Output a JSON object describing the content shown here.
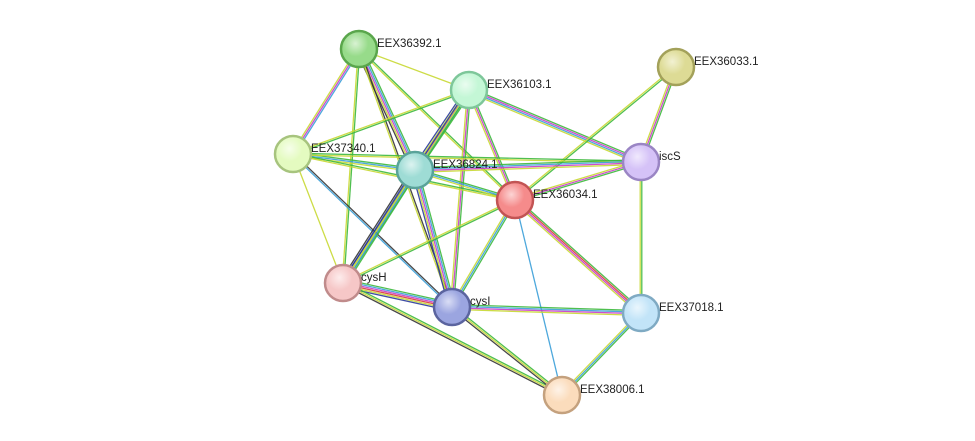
{
  "nodes": [
    {
      "id": "n1",
      "label": "EEX36392.1",
      "color": "#97db8a",
      "stroke": "#5aa64c",
      "highlight": "#d8f2d2"
    },
    {
      "id": "n2",
      "label": "EEX36103.1",
      "color": "#c4f7d6",
      "stroke": "#7ec79a",
      "highlight": "#eafcf0"
    },
    {
      "id": "n3",
      "label": "EEX36033.1",
      "color": "#dddb95",
      "stroke": "#a3a15a",
      "highlight": "#f2f1d2"
    },
    {
      "id": "n4",
      "label": "EEX37340.1",
      "color": "#e4fbc0",
      "stroke": "#a7c47e",
      "highlight": "#f6feea"
    },
    {
      "id": "n5",
      "label": "EEX36824.1",
      "color": "#9edcd5",
      "stroke": "#5aa39a",
      "highlight": "#dcf3f0"
    },
    {
      "id": "n6",
      "label": "iscS",
      "color": "#d5c2f7",
      "stroke": "#9a85c4",
      "highlight": "#f0e9fd"
    },
    {
      "id": "n7",
      "label": "EEX36034.1",
      "color": "#f58b8b",
      "stroke": "#c25454",
      "highlight": "#fcd4d4"
    },
    {
      "id": "n8",
      "label": "cysH",
      "color": "#f6c7c7",
      "stroke": "#c08b8b",
      "highlight": "#fdecec"
    },
    {
      "id": "n9",
      "label": "cysI",
      "color": "#9ba5e0",
      "stroke": "#5b649f",
      "highlight": "#d9ddf5"
    },
    {
      "id": "n10",
      "label": "EEX37018.1",
      "color": "#c2e4f8",
      "stroke": "#7faac3",
      "highlight": "#eaf6fd"
    },
    {
      "id": "n11",
      "label": "EEX38006.1",
      "color": "#fbdcbc",
      "stroke": "#c4a17e",
      "highlight": "#fef3e8"
    }
  ],
  "edge_colors": {
    "green": "#3cb83c",
    "blue": "#3a9fd8",
    "magenta": "#c83cc8",
    "yellow": "#c8d832",
    "black": "#333333",
    "red": "#d83c3c",
    "navy": "#2a3a9a",
    "lightgreen": "#a8e060"
  },
  "edges": [
    {
      "from": "n1",
      "to": "n2",
      "colors": [
        "yellow"
      ]
    },
    {
      "from": "n1",
      "to": "n4",
      "colors": [
        "blue",
        "magenta",
        "yellow"
      ]
    },
    {
      "from": "n1",
      "to": "n5",
      "colors": [
        "green",
        "blue",
        "magenta",
        "yellow",
        "black"
      ]
    },
    {
      "from": "n1",
      "to": "n7",
      "colors": [
        "green",
        "yellow"
      ]
    },
    {
      "from": "n1",
      "to": "n8",
      "colors": [
        "green",
        "yellow"
      ]
    },
    {
      "from": "n1",
      "to": "n9",
      "colors": [
        "black",
        "yellow"
      ]
    },
    {
      "from": "n2",
      "to": "n4",
      "colors": [
        "green",
        "yellow"
      ]
    },
    {
      "from": "n2",
      "to": "n5",
      "colors": [
        "green",
        "blue",
        "magenta",
        "yellow",
        "navy"
      ]
    },
    {
      "from": "n2",
      "to": "n6",
      "colors": [
        "green",
        "magenta",
        "blue",
        "yellow"
      ]
    },
    {
      "from": "n2",
      "to": "n7",
      "colors": [
        "green",
        "magenta",
        "yellow"
      ]
    },
    {
      "from": "n2",
      "to": "n8",
      "colors": [
        "green",
        "yellow",
        "navy"
      ]
    },
    {
      "from": "n2",
      "to": "n9",
      "colors": [
        "green",
        "magenta",
        "yellow"
      ]
    },
    {
      "from": "n3",
      "to": "n6",
      "colors": [
        "green",
        "magenta",
        "yellow"
      ]
    },
    {
      "from": "n3",
      "to": "n7",
      "colors": [
        "green",
        "yellow"
      ]
    },
    {
      "from": "n4",
      "to": "n5",
      "colors": [
        "green",
        "blue",
        "yellow"
      ]
    },
    {
      "from": "n4",
      "to": "n7",
      "colors": [
        "green",
        "yellow"
      ]
    },
    {
      "from": "n4",
      "to": "n6",
      "colors": [
        "green",
        "yellow"
      ]
    },
    {
      "from": "n4",
      "to": "n8",
      "colors": [
        "yellow"
      ]
    },
    {
      "from": "n4",
      "to": "n9",
      "colors": [
        "black",
        "blue"
      ]
    },
    {
      "from": "n5",
      "to": "n6",
      "colors": [
        "green",
        "blue",
        "magenta",
        "yellow"
      ]
    },
    {
      "from": "n5",
      "to": "n7",
      "colors": [
        "green",
        "blue",
        "yellow"
      ]
    },
    {
      "from": "n5",
      "to": "n8",
      "colors": [
        "green",
        "blue",
        "yellow",
        "navy",
        "black"
      ]
    },
    {
      "from": "n5",
      "to": "n9",
      "colors": [
        "green",
        "blue",
        "magenta",
        "yellow",
        "navy"
      ]
    },
    {
      "from": "n6",
      "to": "n7",
      "colors": [
        "green",
        "magenta",
        "yellow"
      ]
    },
    {
      "from": "n6",
      "to": "n10",
      "colors": [
        "green",
        "yellow"
      ]
    },
    {
      "from": "n7",
      "to": "n8",
      "colors": [
        "green",
        "yellow"
      ]
    },
    {
      "from": "n7",
      "to": "n9",
      "colors": [
        "green",
        "blue",
        "yellow"
      ]
    },
    {
      "from": "n7",
      "to": "n10",
      "colors": [
        "green",
        "red",
        "magenta",
        "yellow"
      ]
    },
    {
      "from": "n7",
      "to": "n11",
      "colors": [
        "blue"
      ]
    },
    {
      "from": "n8",
      "to": "n9",
      "colors": [
        "green",
        "blue",
        "magenta",
        "red",
        "yellow",
        "navy"
      ]
    },
    {
      "from": "n8",
      "to": "n11",
      "colors": [
        "green",
        "yellow",
        "black"
      ]
    },
    {
      "from": "n9",
      "to": "n10",
      "colors": [
        "green",
        "blue",
        "magenta",
        "yellow"
      ]
    },
    {
      "from": "n9",
      "to": "n11",
      "colors": [
        "green",
        "yellow",
        "black"
      ]
    },
    {
      "from": "n10",
      "to": "n11",
      "colors": [
        "green",
        "blue",
        "yellow"
      ]
    }
  ]
}
